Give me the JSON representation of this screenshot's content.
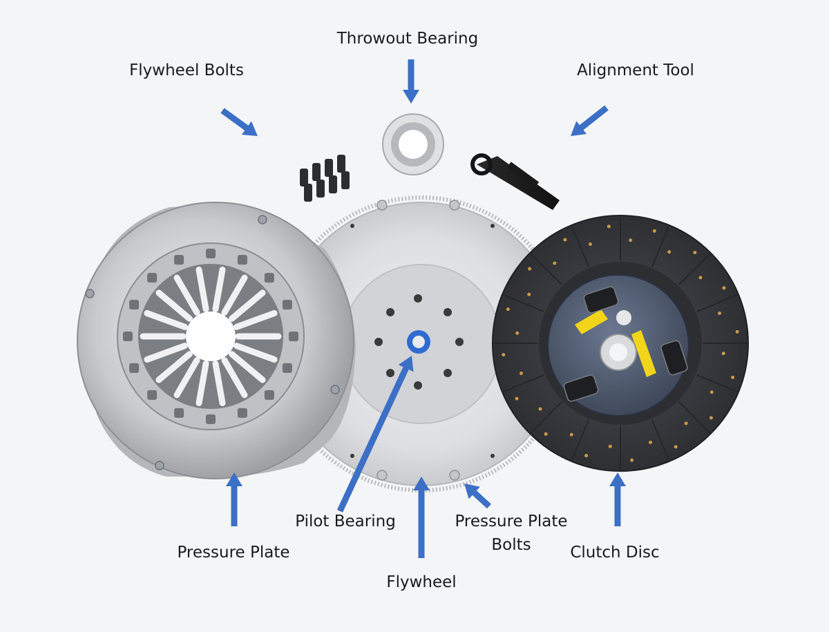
{
  "colors": {
    "background": "#f4f5f7",
    "arrow": "#3c6fc6",
    "label_text": "#1a1a1a",
    "metal_light": "#e6e7e9",
    "metal_dark": "#9a9ca0",
    "friction": "#3a3b3f",
    "hub": "#4f5a6c",
    "sticker": "#f2d51a"
  },
  "labels": {
    "throwout_bearing": "Throwout Bearing",
    "flywheel_bolts": "Flywheel Bolts",
    "alignment_tool": "Alignment Tool",
    "pilot_bearing": "Pilot Bearing",
    "pressure_plate_bolts_line1": "Pressure Plate",
    "pressure_plate_bolts_line2": "Bolts",
    "pressure_plate": "Pressure Plate",
    "clutch_disc": "Clutch Disc",
    "flywheel": "Flywheel"
  }
}
